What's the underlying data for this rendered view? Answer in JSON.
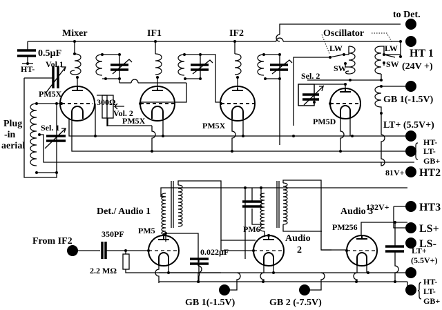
{
  "stages": {
    "mixer": "Mixer",
    "if1": "IF1",
    "if2": "IF2",
    "oscillator": "Oscillator",
    "det_audio1": "Det./ Audio 1",
    "audio2_a": "Audio",
    "audio2_b": "2",
    "audio3": "Audio 3"
  },
  "valves": {
    "mixer": "PM5X",
    "if1": "PM5X",
    "if2": "PM5X",
    "osc": "PM5D",
    "det": "PM5",
    "audio2": "PM6",
    "audio3": "PM256"
  },
  "components": {
    "c_decouple": "0.5µF",
    "ht_minus_top": "HT-",
    "vol1": "Vol.1",
    "vol2": "Vol. 2",
    "r300": "300Ω",
    "sel1": "Sel. 1",
    "sel2": "Sel. 2",
    "lw_left": "LW",
    "sw_left": "SW",
    "lw_right": "LW",
    "sw_right": "SW",
    "c350": "350PF",
    "r22": "2.2 MΩ",
    "c022": "0.022µF"
  },
  "aerial": {
    "line1": "Plug",
    "line2": "-in",
    "line3": "aerial"
  },
  "inputs": {
    "from_if2": "From IF2"
  },
  "terminals": {
    "to_det": "to Det.",
    "ht1": "HT 1",
    "ht1_v": "(24V +)",
    "gb1_top": "GB 1(-1.5V)",
    "lt_plus_top": "LT+ (5.5V+)",
    "common_top": [
      "HT-",
      "LT-",
      "GB+"
    ],
    "ht2_v": "81V+",
    "ht2": "HT2",
    "ht3_v": "132V+",
    "ht3": "HT3",
    "ls_plus": "LS+",
    "ls_minus": "LS-",
    "lt_plus_bot_a": "LT+",
    "lt_plus_bot_b": "(5.5V+)",
    "common_bot": [
      "HT-",
      "LT-",
      "GB+"
    ],
    "gb1_bot": "GB 1(-1.5V)",
    "gb2_bot": "GB 2 (-7.5V)"
  }
}
